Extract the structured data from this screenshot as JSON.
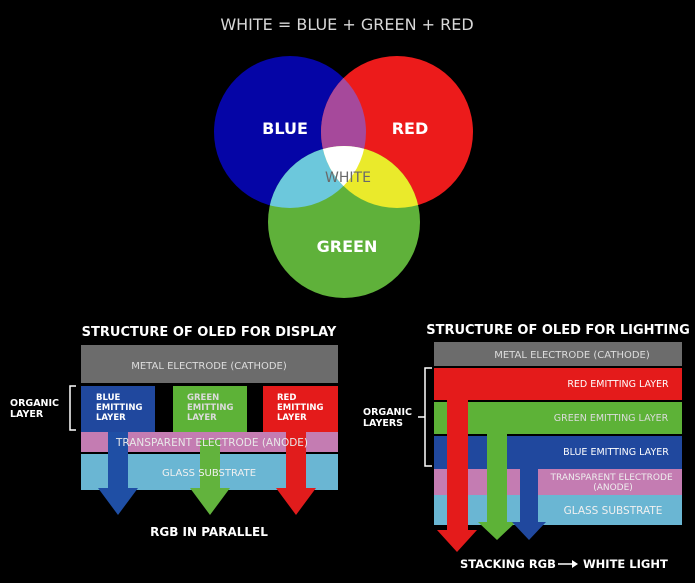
{
  "title": "WHITE = BLUE + GREEN + RED",
  "venn": {
    "blue_label": "BLUE",
    "red_label": "RED",
    "green_label": "GREEN",
    "white_label": "WHITE",
    "colors": {
      "blue": "#0505a6",
      "red": "#ec1b1b",
      "green": "#5fb13a",
      "magenta": "#a6499b",
      "cyan": "#6cc8dc",
      "yellow": "#eaea2b",
      "white": "#ffffff"
    }
  },
  "display": {
    "heading": "STRUCTURE OF OLED FOR DISPLAY",
    "cathode": "METAL ELECTRODE (CATHODE)",
    "organic_label_line1": "ORGANIC",
    "organic_label_line2": "LAYER",
    "blue_layer": [
      "BLUE",
      "EMITTING",
      "LAYER"
    ],
    "green_layer": [
      "GREEN",
      "EMITTING",
      "LAYER"
    ],
    "red_layer": [
      "RED",
      "EMITTING",
      "LAYER"
    ],
    "anode": "TRANSPARENT ELECTRODE (ANODE)",
    "substrate": "GLASS SUBSTRATE",
    "caption": "RGB IN PARALLEL"
  },
  "lighting": {
    "heading": "STRUCTURE OF OLED FOR LIGHTING",
    "cathode": "METAL ELECTRODE (CATHODE)",
    "organic_label_line1": "ORGANIC",
    "organic_label_line2": "LAYERS",
    "red_layer": "RED EMITTING LAYER",
    "green_layer": "GREEN EMITTING LAYER",
    "blue_layer": "BLUE EMITTING LAYER",
    "anode_line1": "TRANSPARENT ELECTRODE",
    "anode_line2": "(ANODE)",
    "substrate": "GLASS SUBSTRATE",
    "caption_left": "STACKING RGB",
    "caption_right": "WHITE LIGHT"
  }
}
